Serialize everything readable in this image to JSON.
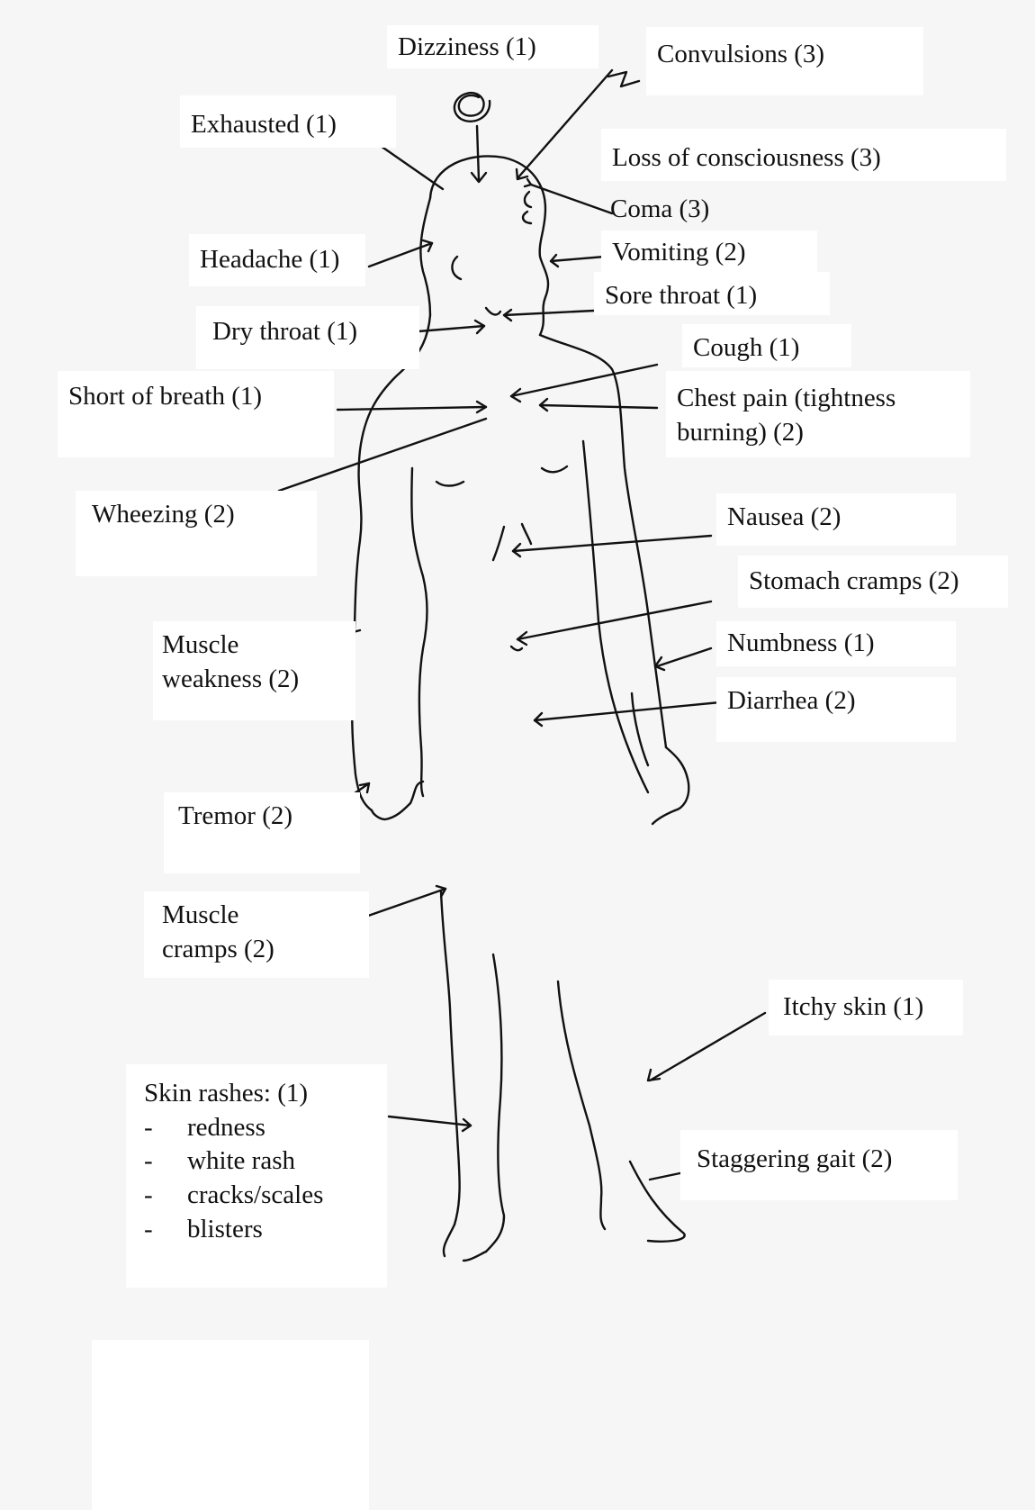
{
  "labels": {
    "dizziness": "Dizziness (1)",
    "convulsions": "Convulsions (3)",
    "exhausted": "Exhausted (1)",
    "loss_of_consciousness": "Loss of consciousness (3)",
    "coma": "Coma (3)",
    "headache": "Headache (1)",
    "vomiting": "Vomiting (2)",
    "sore_throat": "Sore throat (1)",
    "dry_throat": "Dry throat (1)",
    "cough": "Cough (1)",
    "short_of_breath": "Short of breath (1)",
    "chest_pain_line1": "Chest pain (tightness",
    "chest_pain_line2": "burning) (2)",
    "wheezing": "Wheezing (2)",
    "nausea": "Nausea (2)",
    "stomach_cramps": "Stomach cramps (2)",
    "muscle_weakness_line1": "Muscle",
    "muscle_weakness_line2": "weakness (2)",
    "numbness": "Numbness (1)",
    "diarrhea": "Diarrhea (2)",
    "tremor": "Tremor (2)",
    "muscle_cramps_line1": "Muscle",
    "muscle_cramps_line2": "cramps (2)",
    "itchy_skin": "Itchy skin (1)",
    "skin_rashes": {
      "title": "Skin rashes: (1)",
      "bullet": "-",
      "items": [
        "redness",
        "white rash",
        "cracks/scales",
        "blisters"
      ]
    },
    "staggering_gait": "Staggering gait (2)"
  }
}
